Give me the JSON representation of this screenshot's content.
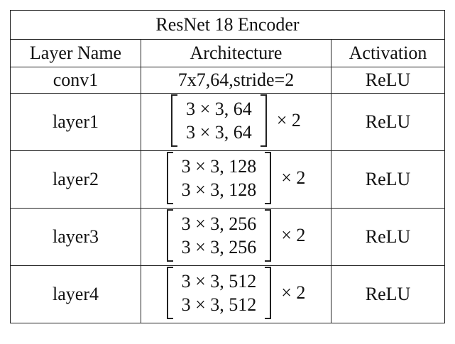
{
  "table": {
    "title": "ResNet 18 Encoder",
    "headers": [
      "Layer Name",
      "Architecture",
      "Activation"
    ],
    "conv1": {
      "name": "conv1",
      "architecture": "7x7,64,stride=2",
      "activation": "ReLU"
    },
    "layers": [
      {
        "name": "layer1",
        "row1": "3 × 3, 64",
        "row2": "3 × 3, 64",
        "repeat": "× 2",
        "activation": "ReLU"
      },
      {
        "name": "layer2",
        "row1": "3 × 3, 128",
        "row2": "3 × 3, 128",
        "repeat": "× 2",
        "activation": "ReLU"
      },
      {
        "name": "layer3",
        "row1": "3 × 3, 256",
        "row2": "3 × 3, 256",
        "repeat": "× 2",
        "activation": "ReLU"
      },
      {
        "name": "layer4",
        "row1": "3 × 3, 512",
        "row2": "3 × 3, 512",
        "repeat": "× 2",
        "activation": "ReLU"
      }
    ]
  }
}
